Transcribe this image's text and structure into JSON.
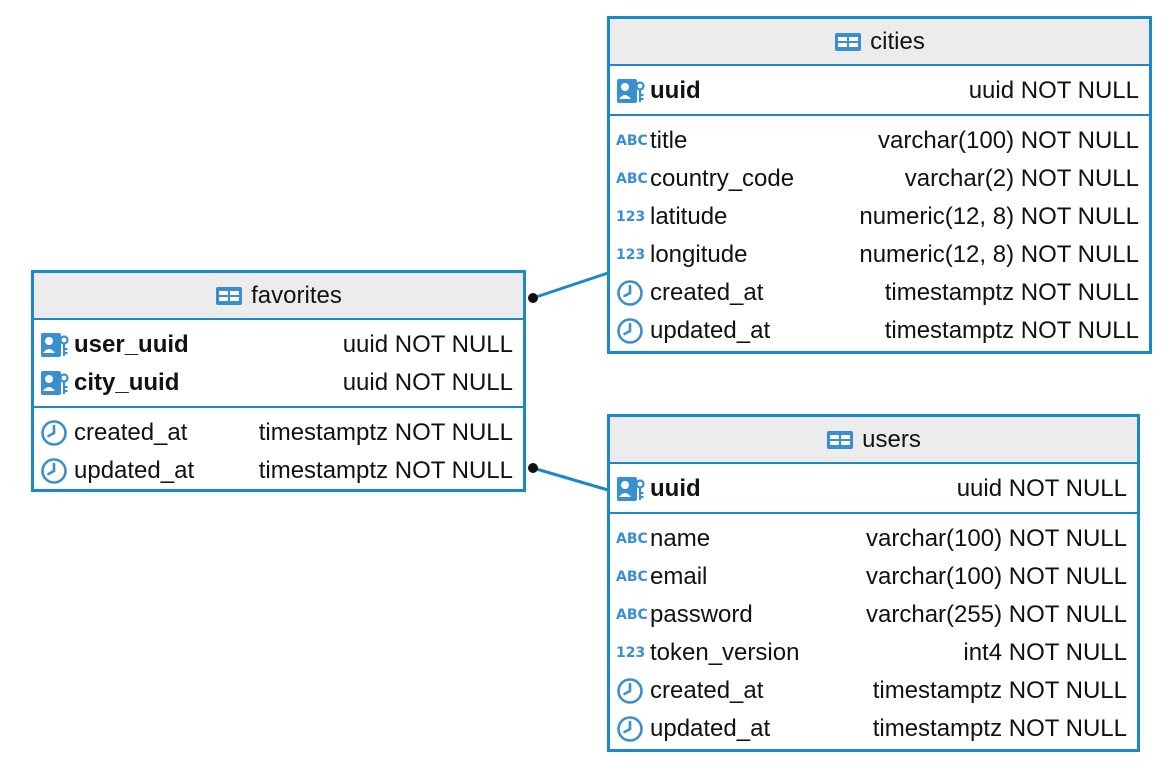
{
  "colors": {
    "accent": "#1a88c9",
    "header_bg": "#ececec",
    "icon_blue": "#3a8fd0"
  },
  "tables": {
    "cities": {
      "title": "cities",
      "pk": [
        {
          "name": "uuid",
          "type": "uuid NOT NULL",
          "icon": "key-icon"
        }
      ],
      "columns": [
        {
          "name": "title",
          "type": "varchar(100) NOT NULL",
          "icon": "abc-icon"
        },
        {
          "name": "country_code",
          "type": "varchar(2) NOT NULL",
          "icon": "abc-icon"
        },
        {
          "name": "latitude",
          "type": "numeric(12, 8) NOT NULL",
          "icon": "numeric-icon"
        },
        {
          "name": "longitude",
          "type": "numeric(12, 8) NOT NULL",
          "icon": "numeric-icon"
        },
        {
          "name": "created_at",
          "type": "timestamptz NOT NULL",
          "icon": "clock-icon"
        },
        {
          "name": "updated_at",
          "type": "timestamptz NOT NULL",
          "icon": "clock-icon"
        }
      ]
    },
    "favorites": {
      "title": "favorites",
      "pk": [
        {
          "name": "user_uuid",
          "type": "uuid NOT NULL",
          "icon": "key-icon"
        },
        {
          "name": "city_uuid",
          "type": "uuid NOT NULL",
          "icon": "key-icon"
        }
      ],
      "columns": [
        {
          "name": "created_at",
          "type": "timestamptz NOT NULL",
          "icon": "clock-icon"
        },
        {
          "name": "updated_at",
          "type": "timestamptz NOT NULL",
          "icon": "clock-icon"
        }
      ]
    },
    "users": {
      "title": "users",
      "pk": [
        {
          "name": "uuid",
          "type": "uuid NOT NULL",
          "icon": "key-icon"
        }
      ],
      "columns": [
        {
          "name": "name",
          "type": "varchar(100) NOT NULL",
          "icon": "abc-icon"
        },
        {
          "name": "email",
          "type": "varchar(100) NOT NULL",
          "icon": "abc-icon"
        },
        {
          "name": "password",
          "type": "varchar(255) NOT NULL",
          "icon": "abc-icon"
        },
        {
          "name": "token_version",
          "type": "int4 NOT NULL",
          "icon": "numeric-icon"
        },
        {
          "name": "created_at",
          "type": "timestamptz NOT NULL",
          "icon": "clock-icon"
        },
        {
          "name": "updated_at",
          "type": "timestamptz NOT NULL",
          "icon": "clock-icon"
        }
      ]
    }
  },
  "icon_text": {
    "abc": "ABC",
    "numeric": "123"
  },
  "relationships": [
    {
      "from": "favorites",
      "to": "cities"
    },
    {
      "from": "favorites",
      "to": "users"
    }
  ]
}
